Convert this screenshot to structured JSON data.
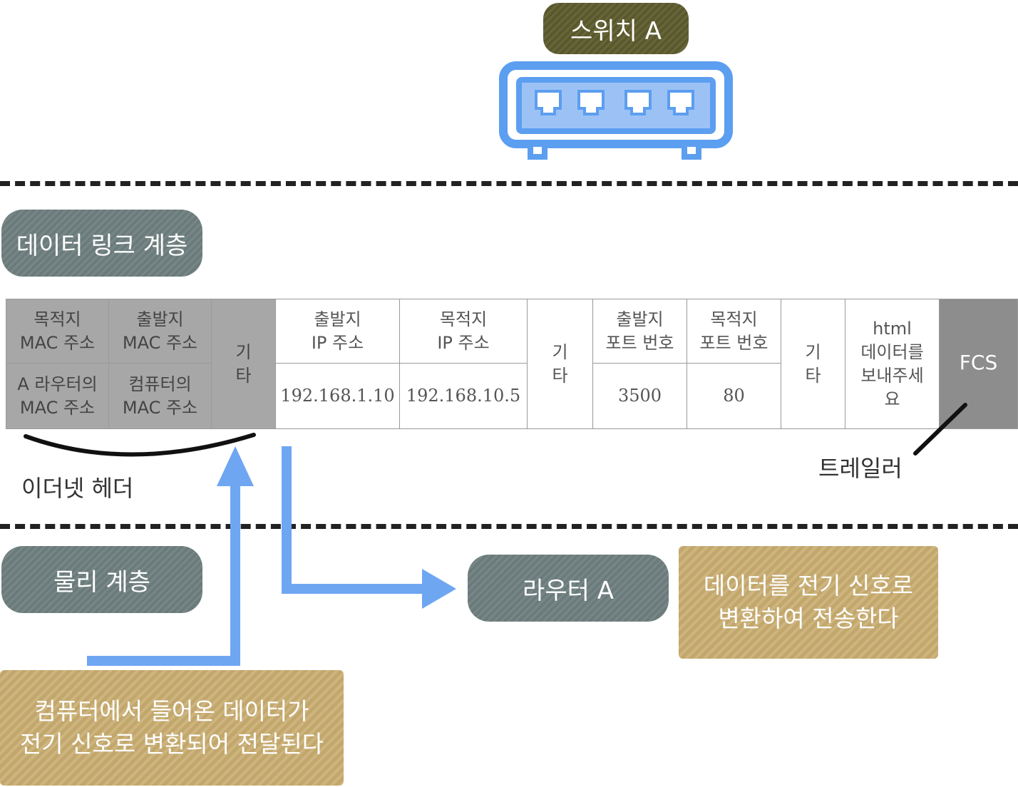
{
  "switch_label": "스위치 A",
  "data_link_label": "데이터 링크 계층",
  "physical_label": "물리 계층",
  "router_label": "라우터 A",
  "table": {
    "dst_mac_header": [
      "목적지",
      "MAC 주소"
    ],
    "src_mac_header": [
      "출발지",
      "MAC 주소"
    ],
    "dst_mac_value": [
      "A 라우터의",
      "MAC 주소"
    ],
    "src_mac_value": [
      "컴퓨터의",
      "MAC 주소"
    ],
    "etc1": [
      "기",
      "타"
    ],
    "src_ip_header": [
      "출발지",
      "IP 주소"
    ],
    "dst_ip_header": [
      "목적지",
      "IP 주소"
    ],
    "src_ip_value": "192.168.1.10",
    "dst_ip_value": "192.168.10.5",
    "etc2": [
      "기",
      "타"
    ],
    "src_port_header": [
      "출발지",
      "포트 번호"
    ],
    "dst_port_header": [
      "목적지",
      "포트 번호"
    ],
    "src_port_value": "3500",
    "dst_port_value": "80",
    "etc3": [
      "기",
      "타"
    ],
    "payload": [
      "html",
      "데이터를",
      "보내주세",
      "요"
    ],
    "fcs": "FCS"
  },
  "ethernet_header_label": "이더넷 헤더",
  "trailer_label": "트레일러",
  "note_right": [
    "데이터를 전기 신호로",
    "변환하여 전송한다"
  ],
  "note_bottom": [
    "컴퓨터에서 들어온 데이터가",
    "전기 신호로 변환되어 전달된다"
  ],
  "colors": {
    "switch_icon": "#5c9ef0",
    "arrow": "#6ea6f2",
    "olive_pill": "#5d5c2e",
    "slate_pill": "#6f7f7f",
    "note": "#c8ac6f"
  }
}
